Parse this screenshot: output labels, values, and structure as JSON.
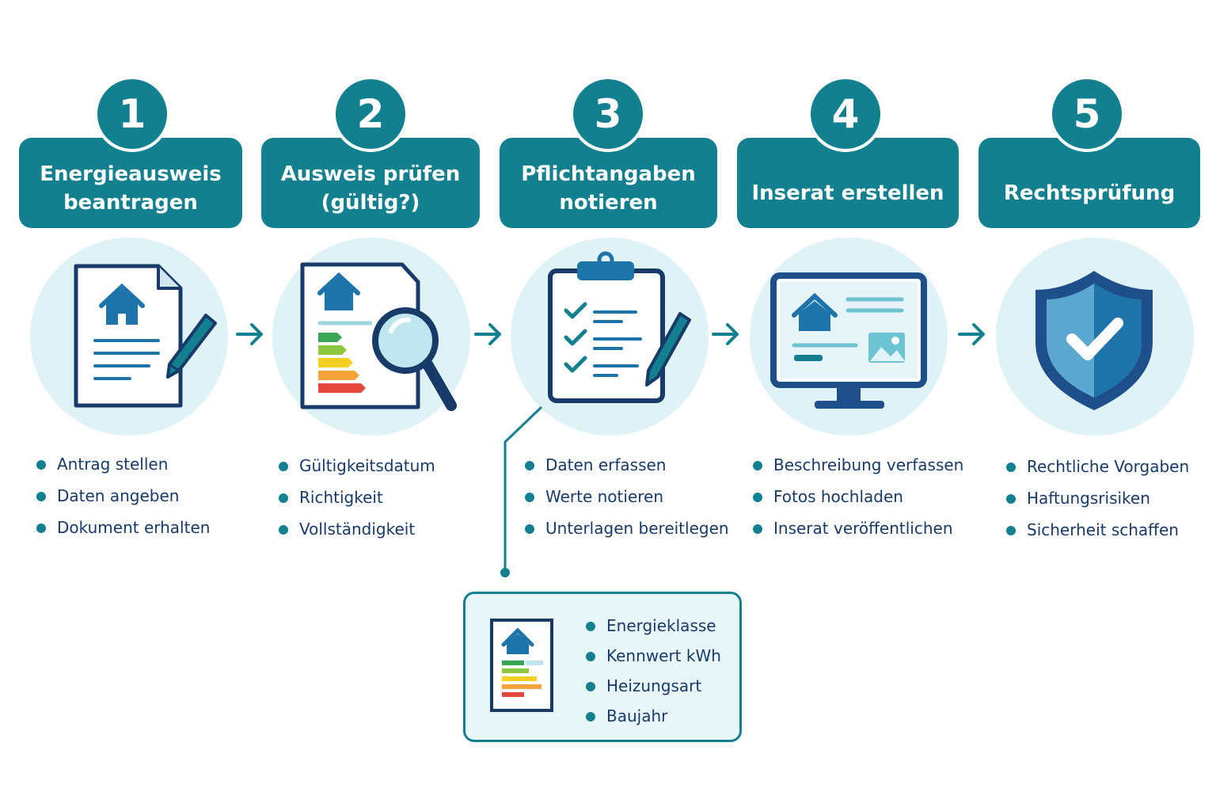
{
  "steps": [
    {
      "number": "1",
      "title": "Energieausweis\nbeantragen",
      "icon": "document-pen-icon",
      "bullets": [
        "Antrag stellen",
        "Daten angeben",
        "Dokument erhalten"
      ]
    },
    {
      "number": "2",
      "title": "Ausweis prüfen\n(gültig?)",
      "icon": "magnifier-certificate-icon",
      "bullets": [
        "Gültigkeitsdatum",
        "Richtigkeit",
        "Vollständigkeit"
      ]
    },
    {
      "number": "3",
      "title": "Pflichtangaben\nnotieren",
      "icon": "clipboard-checklist-icon",
      "bullets": [
        "Daten erfassen",
        "Werte notieren",
        "Unterlagen bereitlegen"
      ]
    },
    {
      "number": "4",
      "title": "Inserat erstellen",
      "icon": "monitor-listing-icon",
      "bullets": [
        "Beschreibung verfassen",
        "Fotos hochladen",
        "Inserat veröffentlichen"
      ]
    },
    {
      "number": "5",
      "title": "Rechtsprüfung",
      "icon": "shield-check-icon",
      "bullets": [
        "Rechtliche Vorgaben",
        "Haftungsrisiken",
        "Sicherheit schaffen"
      ]
    }
  ],
  "detail": {
    "icon": "energy-certificate-icon",
    "bullets": [
      "Energieklasse",
      "Kennwert kWh",
      "Heizungsart",
      "Baujahr"
    ]
  },
  "colors": {
    "primary": "#13808f",
    "navy": "#173a68",
    "circle": "#dff3f6",
    "accent_blue": "#1e74a8"
  }
}
